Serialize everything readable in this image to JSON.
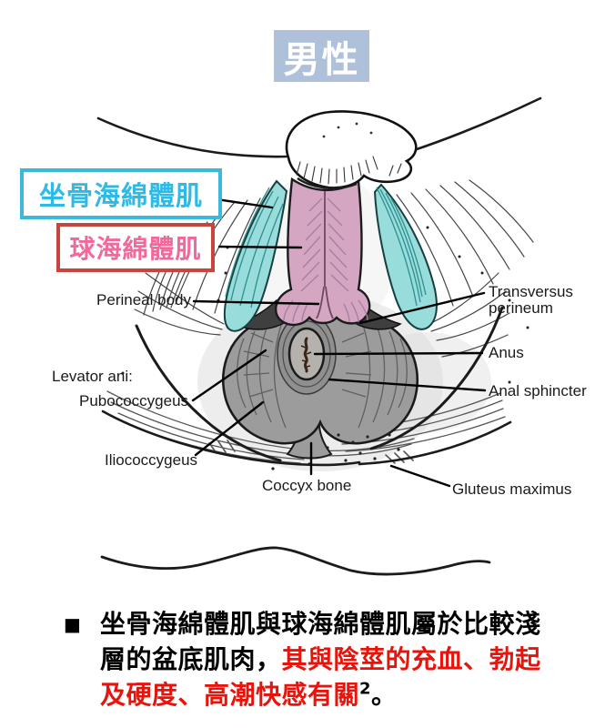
{
  "title": {
    "text": "男性",
    "bg_color": "#aec0da",
    "text_color": "#ffffff"
  },
  "callouts": {
    "ischiocavernosus": {
      "label": "坐骨海綿體肌",
      "border_color": "#3cb8d8",
      "text_color": "#2fb9e6"
    },
    "bulbospongiosus": {
      "label": "球海綿體肌",
      "border_color": "#c8453e",
      "text_color": "#f2679c"
    }
  },
  "diagram_labels": {
    "perineal_body": "Perineal body",
    "transversus_perineum": "Transversus perineum",
    "anus": "Anus",
    "anal_sphincter": "Anal sphincter",
    "levator_ani": "Levator ani:",
    "pubococcygeus": "Pubococcygeus",
    "iliococcygeus": "Iliococcygeus",
    "coccyx_bone": "Coccyx bone",
    "gluteus_maximus": "Gluteus maximus"
  },
  "muscle_colors": {
    "ischiocavernosus_fill": "#99dcdc",
    "bulbospongiosus_fill": "#d5a6c2",
    "levator_ani_fill": "#9c9c9c",
    "anus_fill": "#b5b2ae"
  },
  "note": {
    "bullet": "■",
    "line1": "坐骨海綿體肌與球海綿體肌屬於比較淺",
    "line2_black": "層的盆底肌肉，",
    "line2_red": "其與陰莖的充血、勃起",
    "line3_red": "及硬度、高潮快感有關",
    "line3_superscript": "2",
    "line3_period": "。",
    "highlight_color": "#e8130b"
  }
}
